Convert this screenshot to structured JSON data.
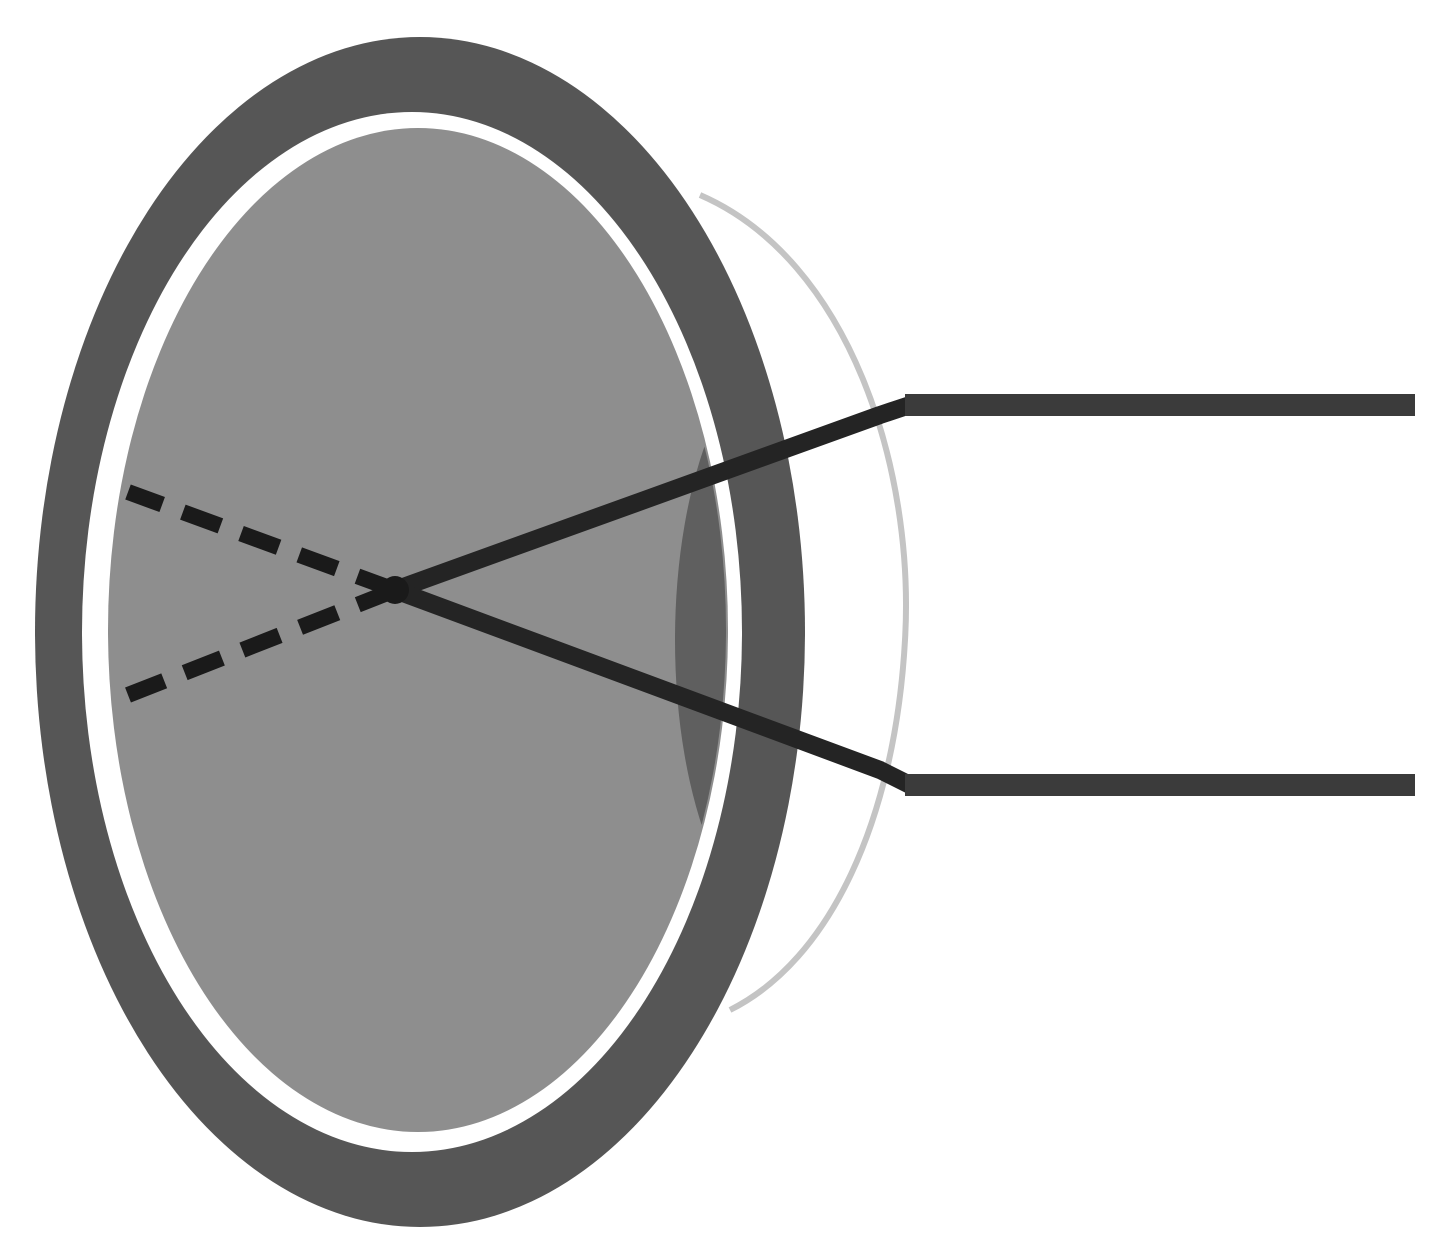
{
  "diagram": {
    "subject": "eye-ray-diagram",
    "colors": {
      "background": "#ffffff",
      "sclera_outer": "#555555",
      "retina_ring": "#ffffff",
      "vitreous": "#8c8c8c",
      "lens": "#5e5e5e",
      "cornea_outline": "#bdbdbd",
      "ray": "#1f1f1f",
      "ray_incoming": "#3a3a3a"
    },
    "elements": {
      "eyeball": "eyeball",
      "lens": "lens",
      "cornea": "cornea",
      "focal_point": "focal-point",
      "rays": [
        "upper-ray",
        "lower-ray"
      ],
      "virtual_extensions": [
        "upper-virtual-extension",
        "lower-virtual-extension"
      ]
    }
  }
}
